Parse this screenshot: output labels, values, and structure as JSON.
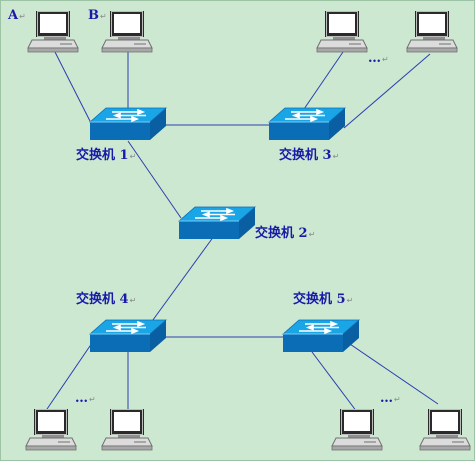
{
  "labels": {
    "pc_a": "A",
    "pc_b": "B",
    "sw1": "交换机 1",
    "sw2": "交换机 2",
    "sw3": "交换机 3",
    "sw4": "交换机 4",
    "sw5": "交换机 5",
    "dots_top": "…",
    "dots_bl": "…",
    "dots_br": "…"
  },
  "para_mark": "↵",
  "colors": {
    "background": "#cde8d1",
    "link": "#2b3fae",
    "label": "#1a1aa8",
    "switch_top": "#19a5e6",
    "switch_front": "#0b6db6",
    "monitor": "#d9d9d9"
  }
}
